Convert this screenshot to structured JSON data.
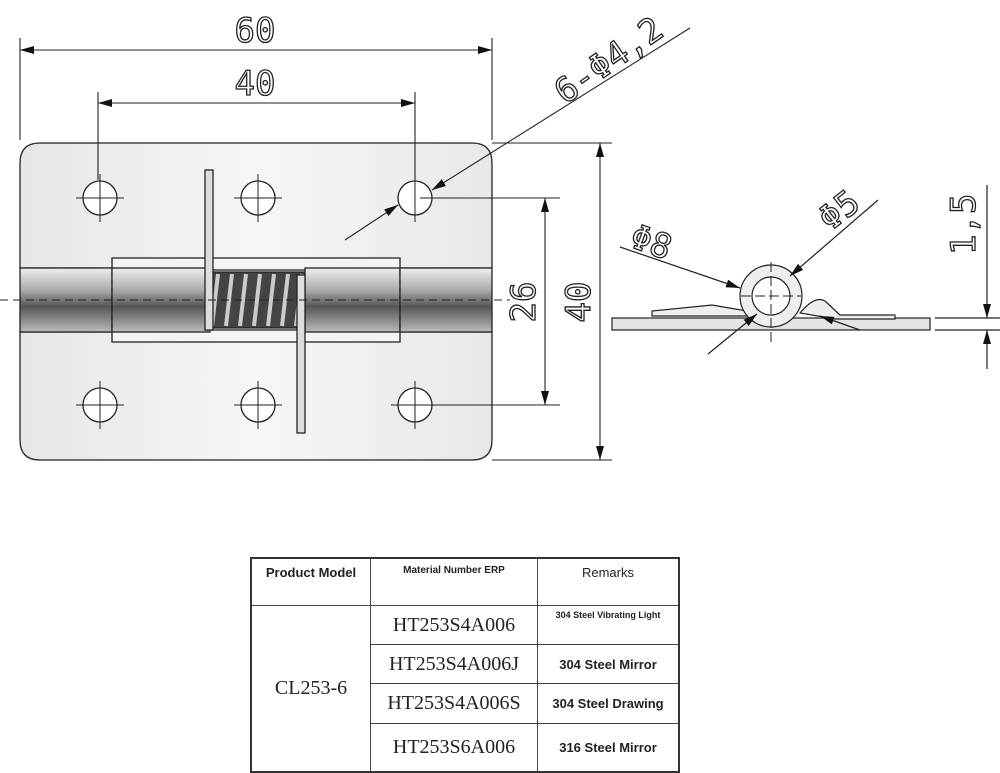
{
  "drawing": {
    "front_view": {
      "width_dim": "60",
      "hole_spacing_dim": "40",
      "hole_callout": "6-Φ4,2",
      "hole_vertical_dim": "26",
      "height_dim": "40"
    },
    "side_view": {
      "outer_diameter": "Φ8",
      "pin_diameter": "Φ5",
      "thickness": "1,5"
    }
  },
  "table": {
    "headers": [
      "Product Model",
      "Material Number ERP",
      "Remarks"
    ],
    "product_model": "CL253-6",
    "rows": [
      {
        "material": "HT253S4A006",
        "remarks": "304 Steel Vibrating Light"
      },
      {
        "material": "HT253S4A006J",
        "remarks": "304 Steel Mirror"
      },
      {
        "material": "HT253S4A006S",
        "remarks": "304 Steel Drawing"
      },
      {
        "material": "HT253S6A006",
        "remarks": "316 Steel Mirror"
      }
    ]
  }
}
